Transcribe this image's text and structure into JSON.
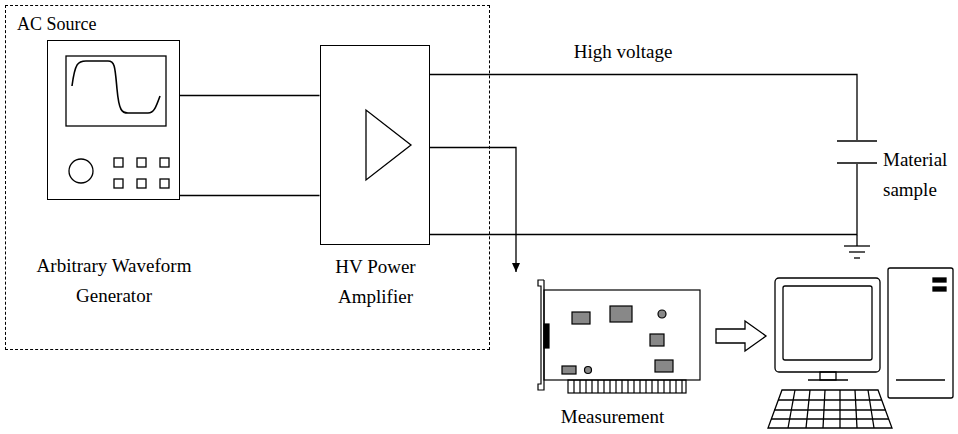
{
  "diagram": {
    "nodes": [
      {
        "text": [
          "AC Source"
        ]
      },
      {
        "text": [
          "Arbitrary Waveform Generator"
        ],
        "in": 0
      },
      {
        "text": [
          "HV Power Amplifier"
        ],
        "in": 0
      },
      {
        "text": [
          "Material sample"
        ]
      },
      {
        "text": [
          "Measurement"
        ]
      }
    ],
    "edges": [
      {
        "from": 1,
        "to": 2,
        "arrow": "none"
      },
      {
        "from": 1,
        "to": 2,
        "arrow": "none"
      },
      {
        "from": 2,
        "to": 3,
        "arrow": "none",
        "label": "High voltage"
      },
      {
        "from": 2,
        "to": 4,
        "arrow": "to"
      },
      {
        "from": 2,
        "to": 3,
        "arrow": "none"
      }
    ]
  }
}
